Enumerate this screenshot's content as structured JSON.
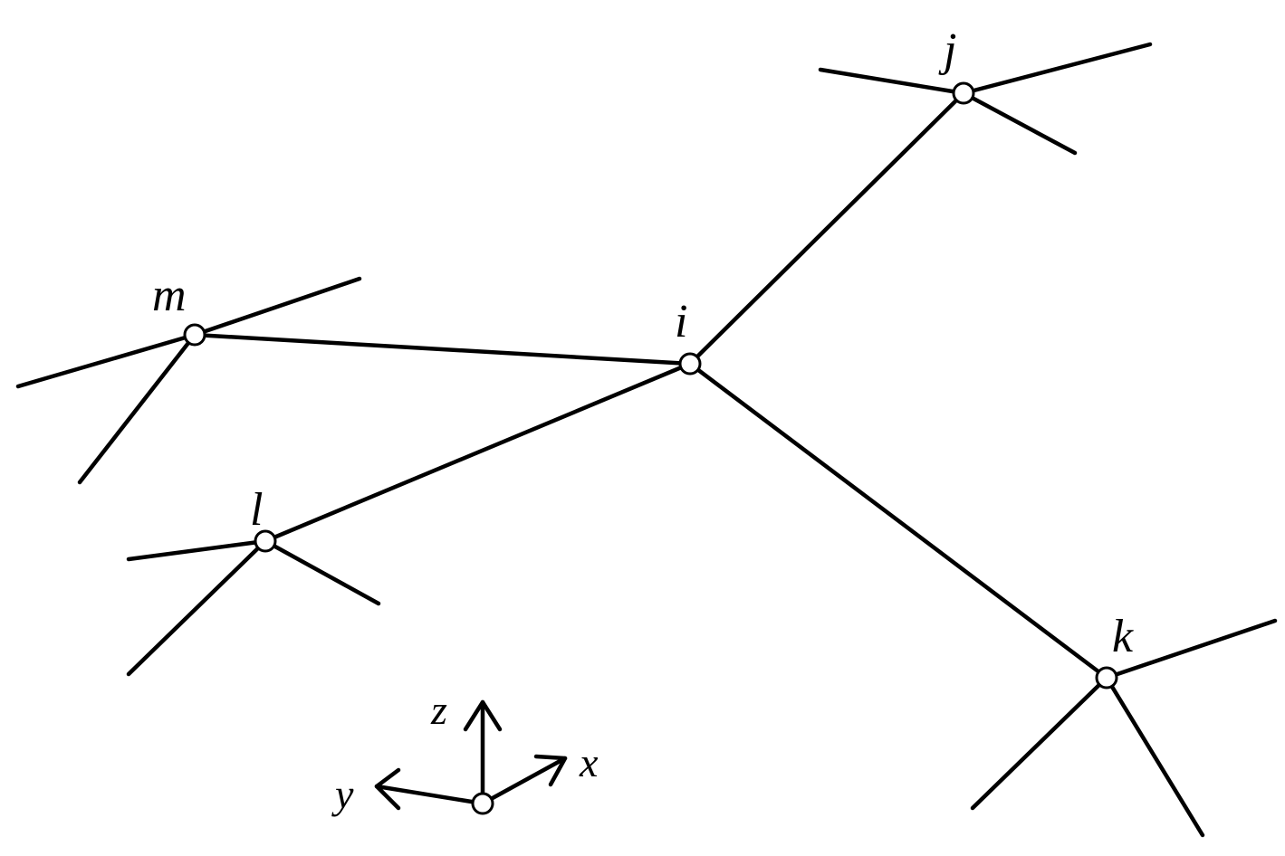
{
  "diagram": {
    "nodes": [
      {
        "id": "i",
        "label": "i"
      },
      {
        "id": "j",
        "label": "j"
      },
      {
        "id": "k",
        "label": "k"
      },
      {
        "id": "l",
        "label": "l"
      },
      {
        "id": "m",
        "label": "m"
      }
    ],
    "edges": [
      {
        "from": "i",
        "to": "j"
      },
      {
        "from": "i",
        "to": "k"
      },
      {
        "from": "i",
        "to": "l"
      },
      {
        "from": "i",
        "to": "m"
      }
    ],
    "axes": {
      "x_label": "x",
      "y_label": "y",
      "z_label": "z"
    },
    "colors": {
      "line": "#000000",
      "node_fill": "#ffffff",
      "background": "#ffffff"
    }
  }
}
